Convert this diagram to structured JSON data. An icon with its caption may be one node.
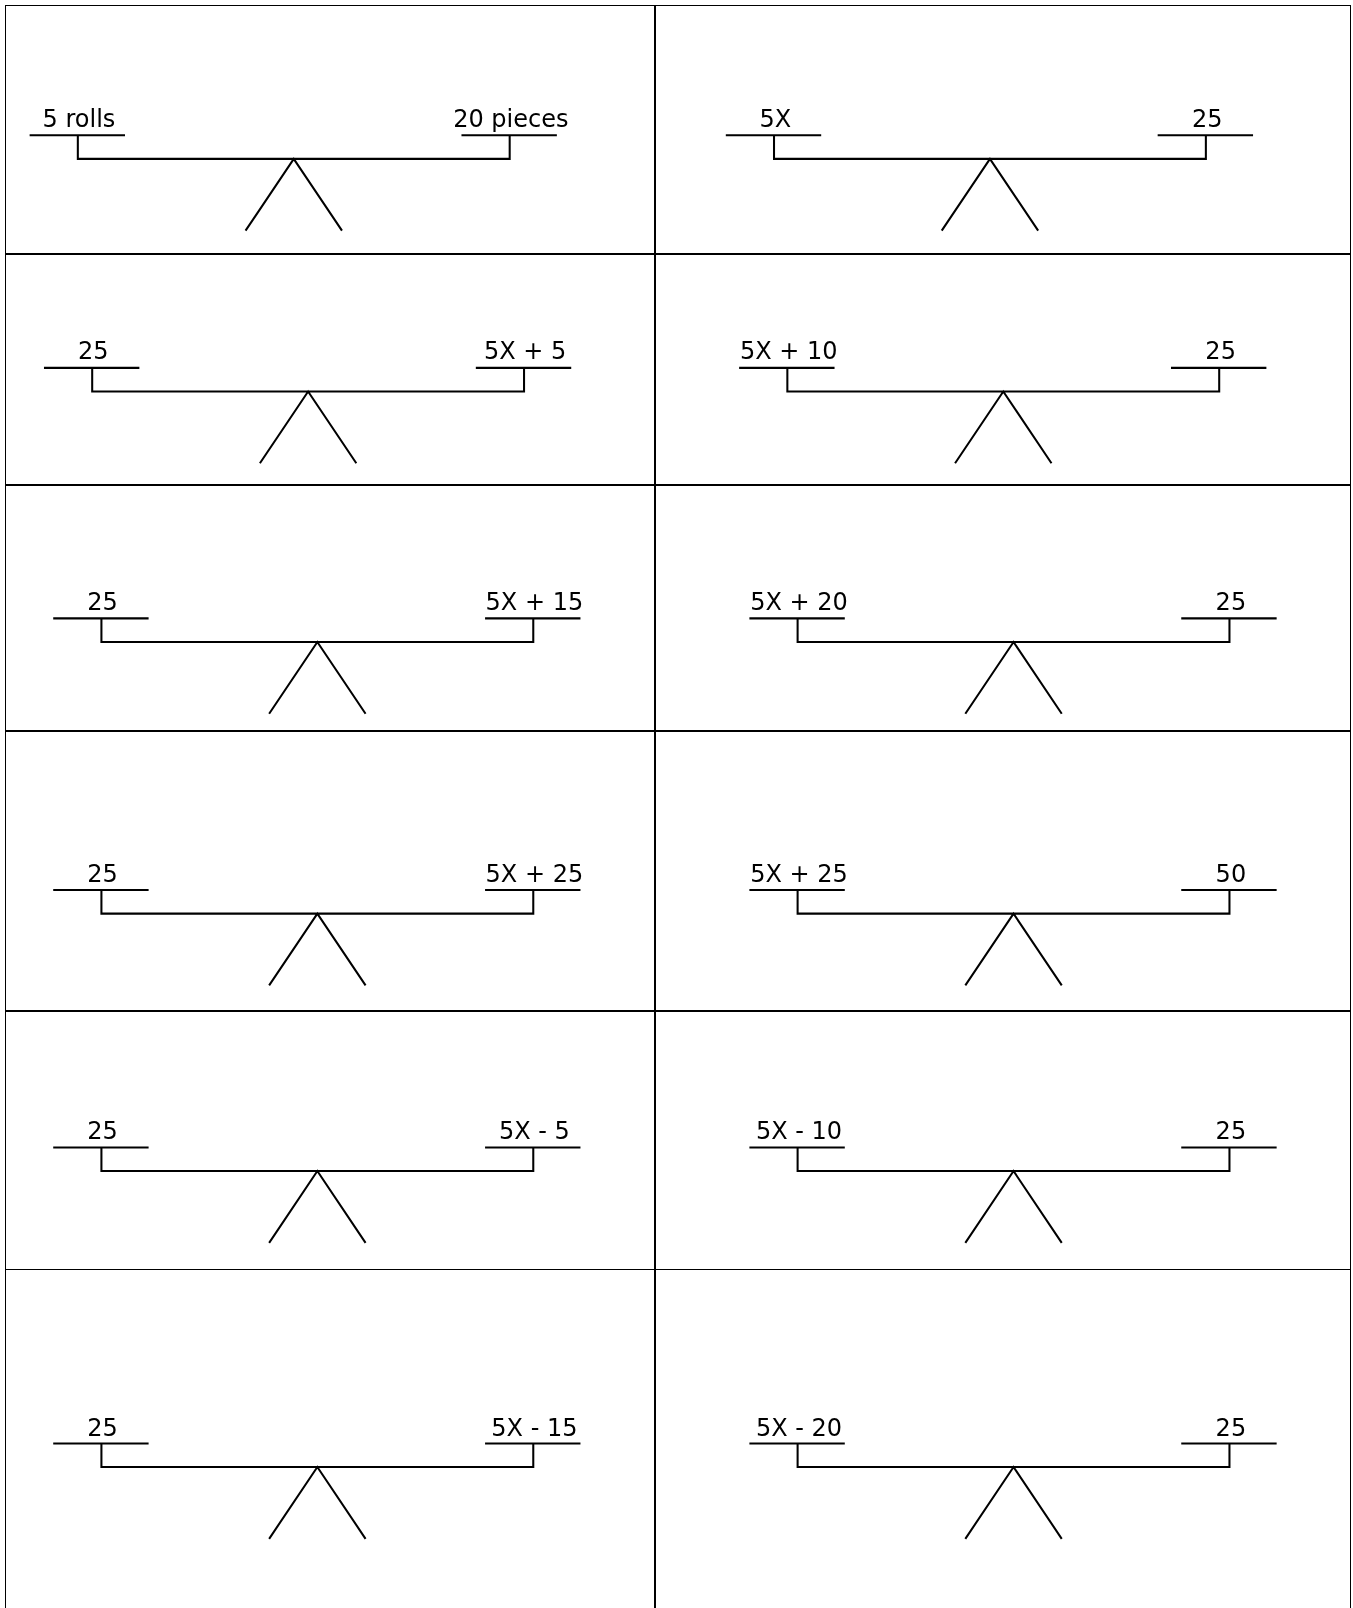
{
  "diagram": {
    "labels": [
      "5 rolls",
      "20 pieces",
      "5X",
      "25",
      "25",
      "5X + 5",
      "5X + 10",
      "25",
      "25",
      "5X + 15",
      "5X + 20",
      "25",
      "25",
      "5X + 25",
      "5X + 25",
      "50",
      "25",
      "5X - 5",
      "5X - 10",
      "25",
      "25",
      "5X - 15",
      "5X - 20",
      "25"
    ]
  }
}
